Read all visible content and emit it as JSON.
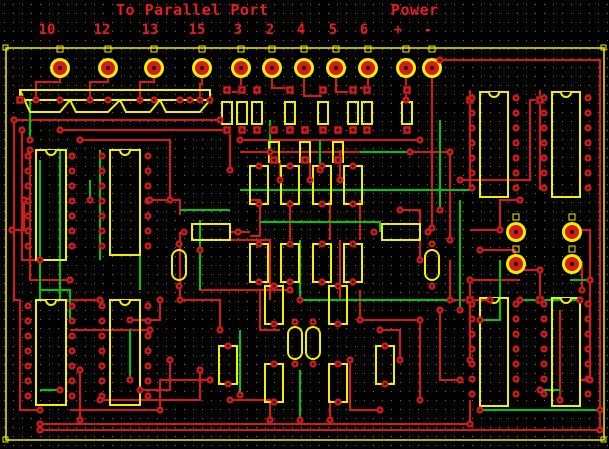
{
  "header": {
    "parallel_title": "To Parallel Port",
    "power_title": "Power"
  },
  "connector_pins": [
    "10",
    "12",
    "13",
    "15",
    "3",
    "2",
    "4",
    "5",
    "6",
    "+",
    "-"
  ],
  "colors": {
    "background": "#000000",
    "copper_red": "#d71919",
    "pad_yellow": "#f0f000",
    "wire_green": "#00c800",
    "grid_dot": "#8a8a00",
    "label_red": "#e61e1e"
  }
}
